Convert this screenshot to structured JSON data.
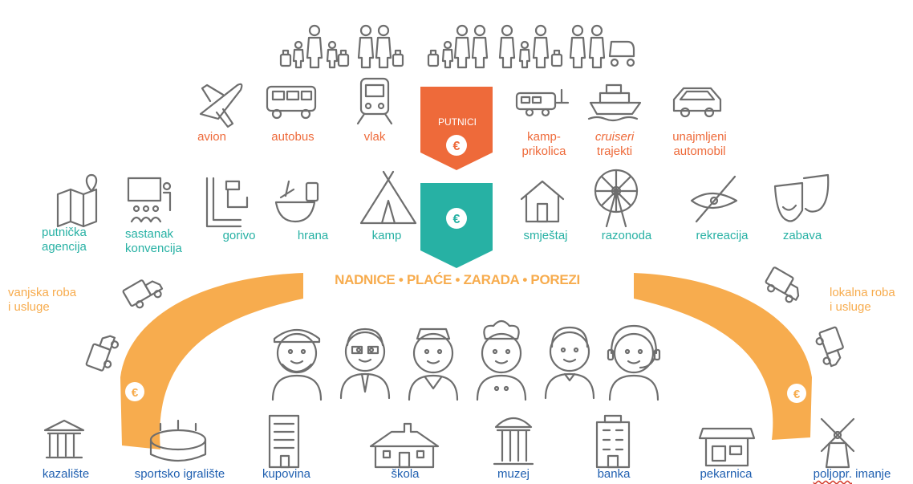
{
  "travelers_label": "PUTNICI",
  "currency_symbol": "€",
  "flow_title": "NADNICE • PLAĆE • ZARADA • POREZI",
  "transport": [
    {
      "label": "avion",
      "icon": "airplane-icon"
    },
    {
      "label": "autobus",
      "icon": "bus-icon"
    },
    {
      "label": "vlak",
      "icon": "train-icon"
    },
    {
      "label": "kamp-",
      "label2": "prikolica",
      "icon": "camper-trailer-icon"
    },
    {
      "label": "cruiseri",
      "label2": "trajekti",
      "icon": "ship-icon"
    },
    {
      "label": "unajmljeni",
      "label2": "automobil",
      "icon": "car-icon"
    }
  ],
  "services": [
    {
      "label": "putnička",
      "label2": "agencija",
      "icon": "map-pin-icon"
    },
    {
      "label": "sastanak",
      "label2": "konvencija",
      "icon": "meeting-icon"
    },
    {
      "label": "gorivo",
      "icon": "fuel-pump-icon"
    },
    {
      "label": "hrana",
      "icon": "food-bowl-icon"
    },
    {
      "label": "kamp",
      "icon": "tent-icon"
    },
    {
      "label": "smještaj",
      "icon": "house-icon"
    },
    {
      "label": "razonoda",
      "icon": "ferris-wheel-icon"
    },
    {
      "label": "rekreacija",
      "icon": "kayak-icon"
    },
    {
      "label": "zabava",
      "icon": "theater-masks-icon"
    }
  ],
  "goods": {
    "external": {
      "line1": "vanjska roba",
      "line2": "i usluge"
    },
    "local": {
      "line1": "lokalna roba",
      "line2": "i usluge"
    }
  },
  "community": [
    {
      "label": "kazalište",
      "icon": "theater-building-icon"
    },
    {
      "label": "sportsko igralište",
      "icon": "stadium-icon"
    },
    {
      "label": "kupovina",
      "icon": "shopping-building-icon"
    },
    {
      "label": "škola",
      "icon": "school-icon"
    },
    {
      "label": "muzej",
      "icon": "museum-icon"
    },
    {
      "label": "banka",
      "icon": "bank-icon"
    },
    {
      "label": "pekarnica",
      "icon": "bakery-icon"
    },
    {
      "label": "poljopr.",
      "label2": "imanje",
      "icon": "windmill-icon"
    }
  ],
  "colors": {
    "orange": "#ee6a3a",
    "teal": "#27b1a4",
    "yellow": "#f7ac4e",
    "blue": "#1f5fb0",
    "icon_gray": "#6e6e6e"
  }
}
